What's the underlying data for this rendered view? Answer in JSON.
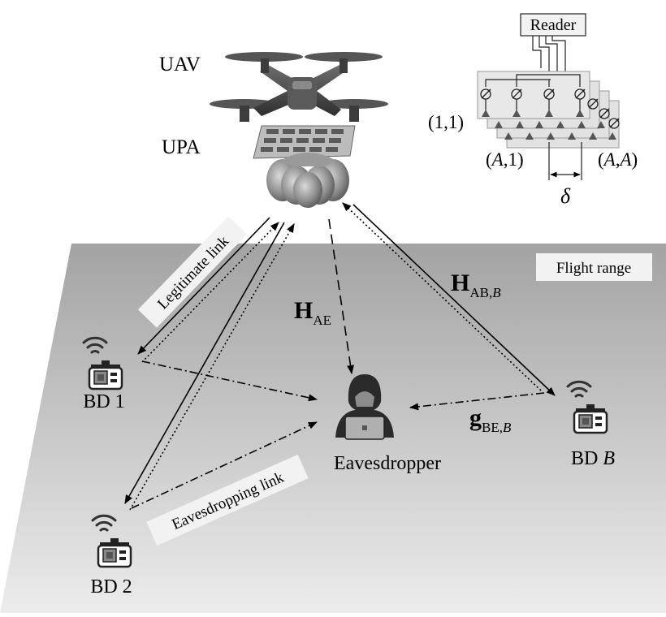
{
  "diagram": {
    "labels": {
      "uav": "UAV",
      "upa": "UPA",
      "reader": "Reader",
      "flight_range": "Flight range",
      "legitimate_link": "Legitimate link",
      "eavesdropping_link": "Eavesdropping link",
      "eavesdropper": "Eavesdropper"
    },
    "channels": {
      "h_ae": {
        "main": "H",
        "sub": "AE"
      },
      "h_ab": {
        "main": "H",
        "sub": "AB,",
        "sub_italic": "B"
      },
      "g_be": {
        "main": "g",
        "sub": "BE,",
        "sub_italic": "B"
      }
    },
    "devices": {
      "bd1": {
        "prefix": "BD 1",
        "italic": ""
      },
      "bd2": {
        "prefix": "BD 2",
        "italic": ""
      },
      "bdb": {
        "prefix": "BD ",
        "italic": "B"
      }
    },
    "array": {
      "index_11": "(1,1)",
      "index_a1_open": "(",
      "index_a1_var": "A",
      "index_a1_close": ",1)",
      "index_aa_open": "(",
      "index_aa_var1": "A",
      "index_aa_comma": ",",
      "index_aa_var2": "A",
      "index_aa_close": ")",
      "spacing": "δ"
    },
    "colors": {
      "ground_top": "#a6a6a6",
      "ground_bottom": "#e6e6e6",
      "label_box": "#f2f2f2",
      "drone": "#4d4d4d",
      "line": "#000000"
    }
  }
}
